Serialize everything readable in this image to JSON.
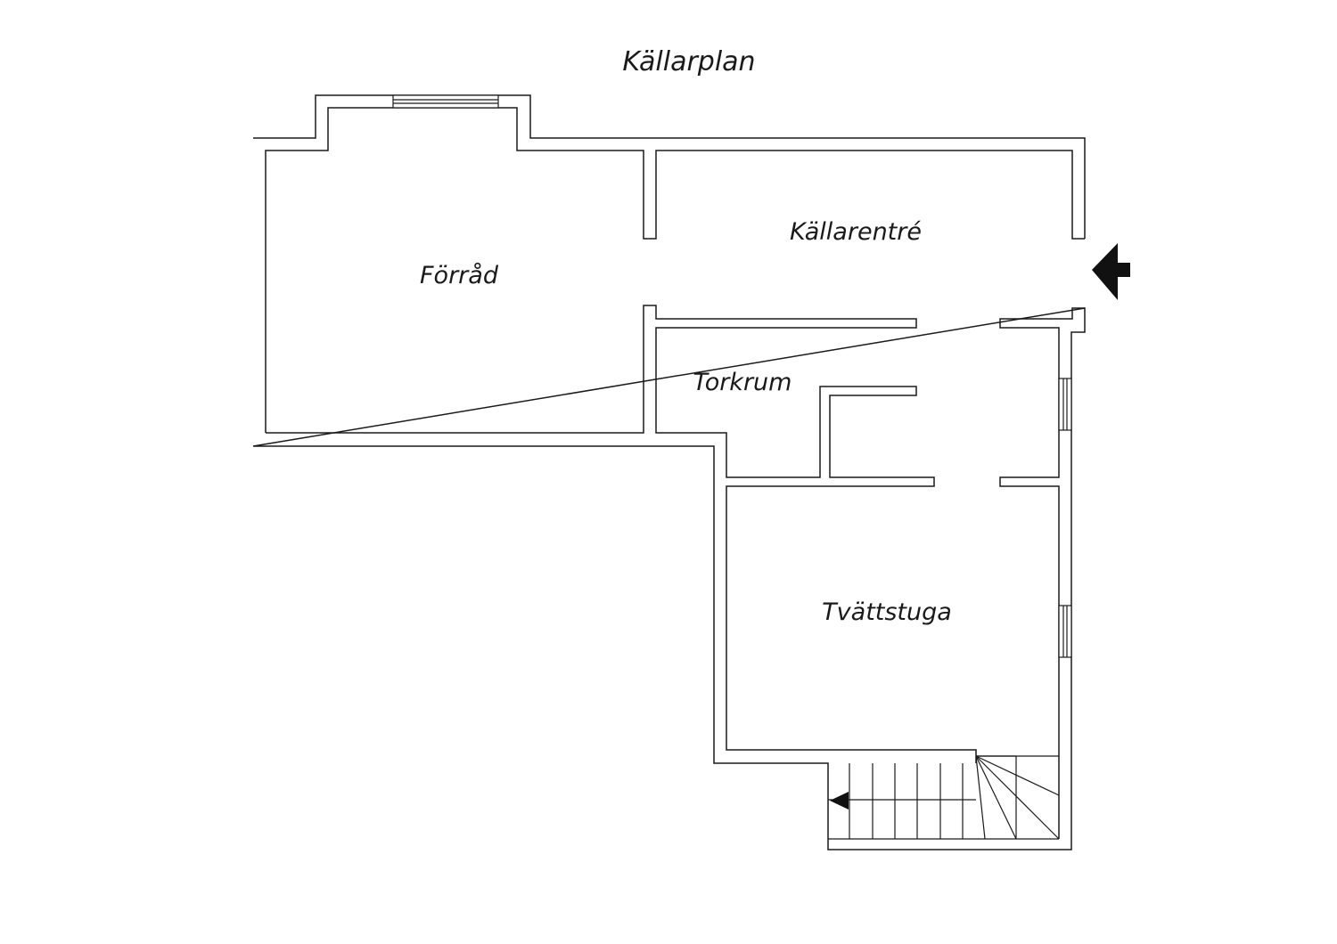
{
  "plan": {
    "title": "Källarplan",
    "rooms": {
      "forrad": "Förråd",
      "kallarentre": "Källarentré",
      "torkrum": "Torkrum",
      "tvattstuga": "Tvättstuga"
    }
  },
  "colors": {
    "line": "#1a1a1a",
    "background": "#ffffff",
    "arrow": "#111111"
  }
}
